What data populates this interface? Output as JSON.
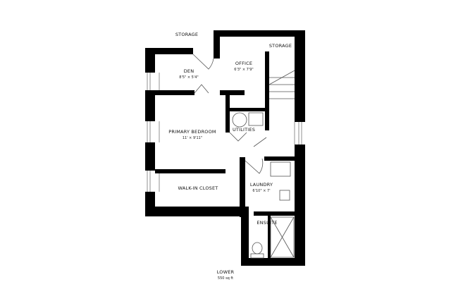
{
  "floor": {
    "name": "LOWER",
    "area": "550 sq ft"
  },
  "rooms": [
    {
      "id": "storage-outside",
      "label": "STORAGE",
      "dims": ""
    },
    {
      "id": "storage-right",
      "label": "STORAGE",
      "dims": ""
    },
    {
      "id": "den",
      "label": "DEN",
      "dims": "8'5\" × 5'4\""
    },
    {
      "id": "office",
      "label": "OFFICE",
      "dims": "6'3\" × 7'9\""
    },
    {
      "id": "primary-bedroom",
      "label": "PRIMARY BEDROOM",
      "dims": "11' × 9'11\""
    },
    {
      "id": "utilities",
      "label": "UTILITIES",
      "dims": ""
    },
    {
      "id": "walk-in-closet",
      "label": "WALK-IN CLOSET",
      "dims": ""
    },
    {
      "id": "laundry",
      "label": "LAUNDRY",
      "dims": "6'10\" × 7'"
    },
    {
      "id": "ensuite",
      "label": "ENSUITE",
      "dims": ""
    }
  ],
  "colors": {
    "wall": "#000000",
    "background": "#ffffff",
    "fixture": "#555555"
  }
}
